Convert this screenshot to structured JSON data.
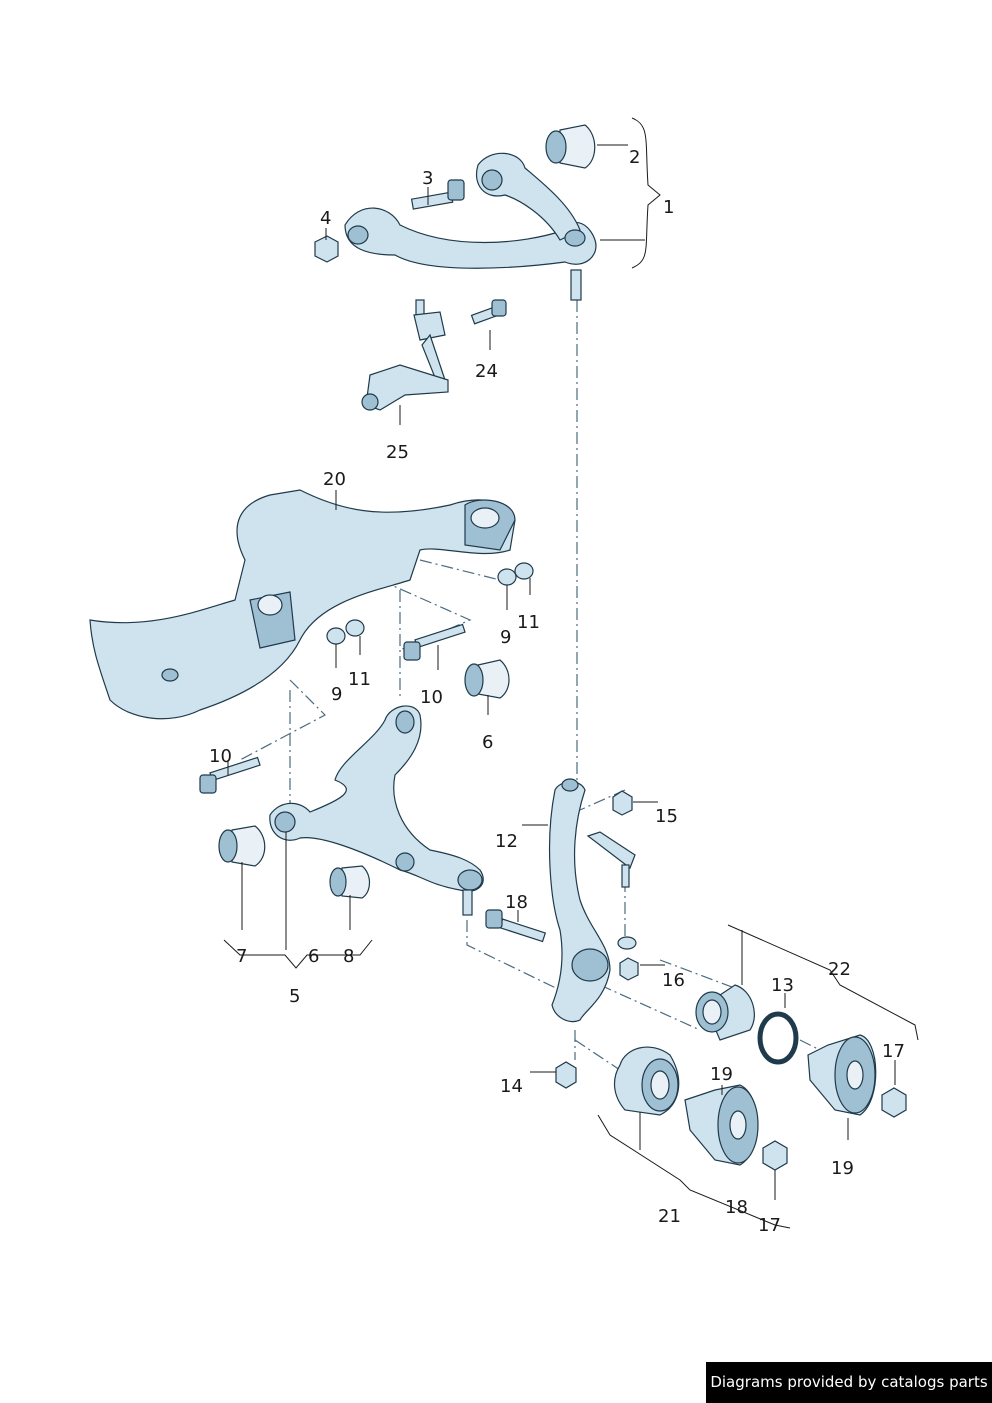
{
  "callouts": [
    "1",
    "2",
    "3",
    "4",
    "5",
    "6",
    "6",
    "7",
    "8",
    "9",
    "9",
    "10",
    "10",
    "11",
    "11",
    "12",
    "13",
    "14",
    "15",
    "16",
    "17",
    "17",
    "18",
    "18",
    "19",
    "19",
    "20",
    "21",
    "22",
    "24",
    "25"
  ],
  "credit": "Diagrams provided by catalogs parts"
}
